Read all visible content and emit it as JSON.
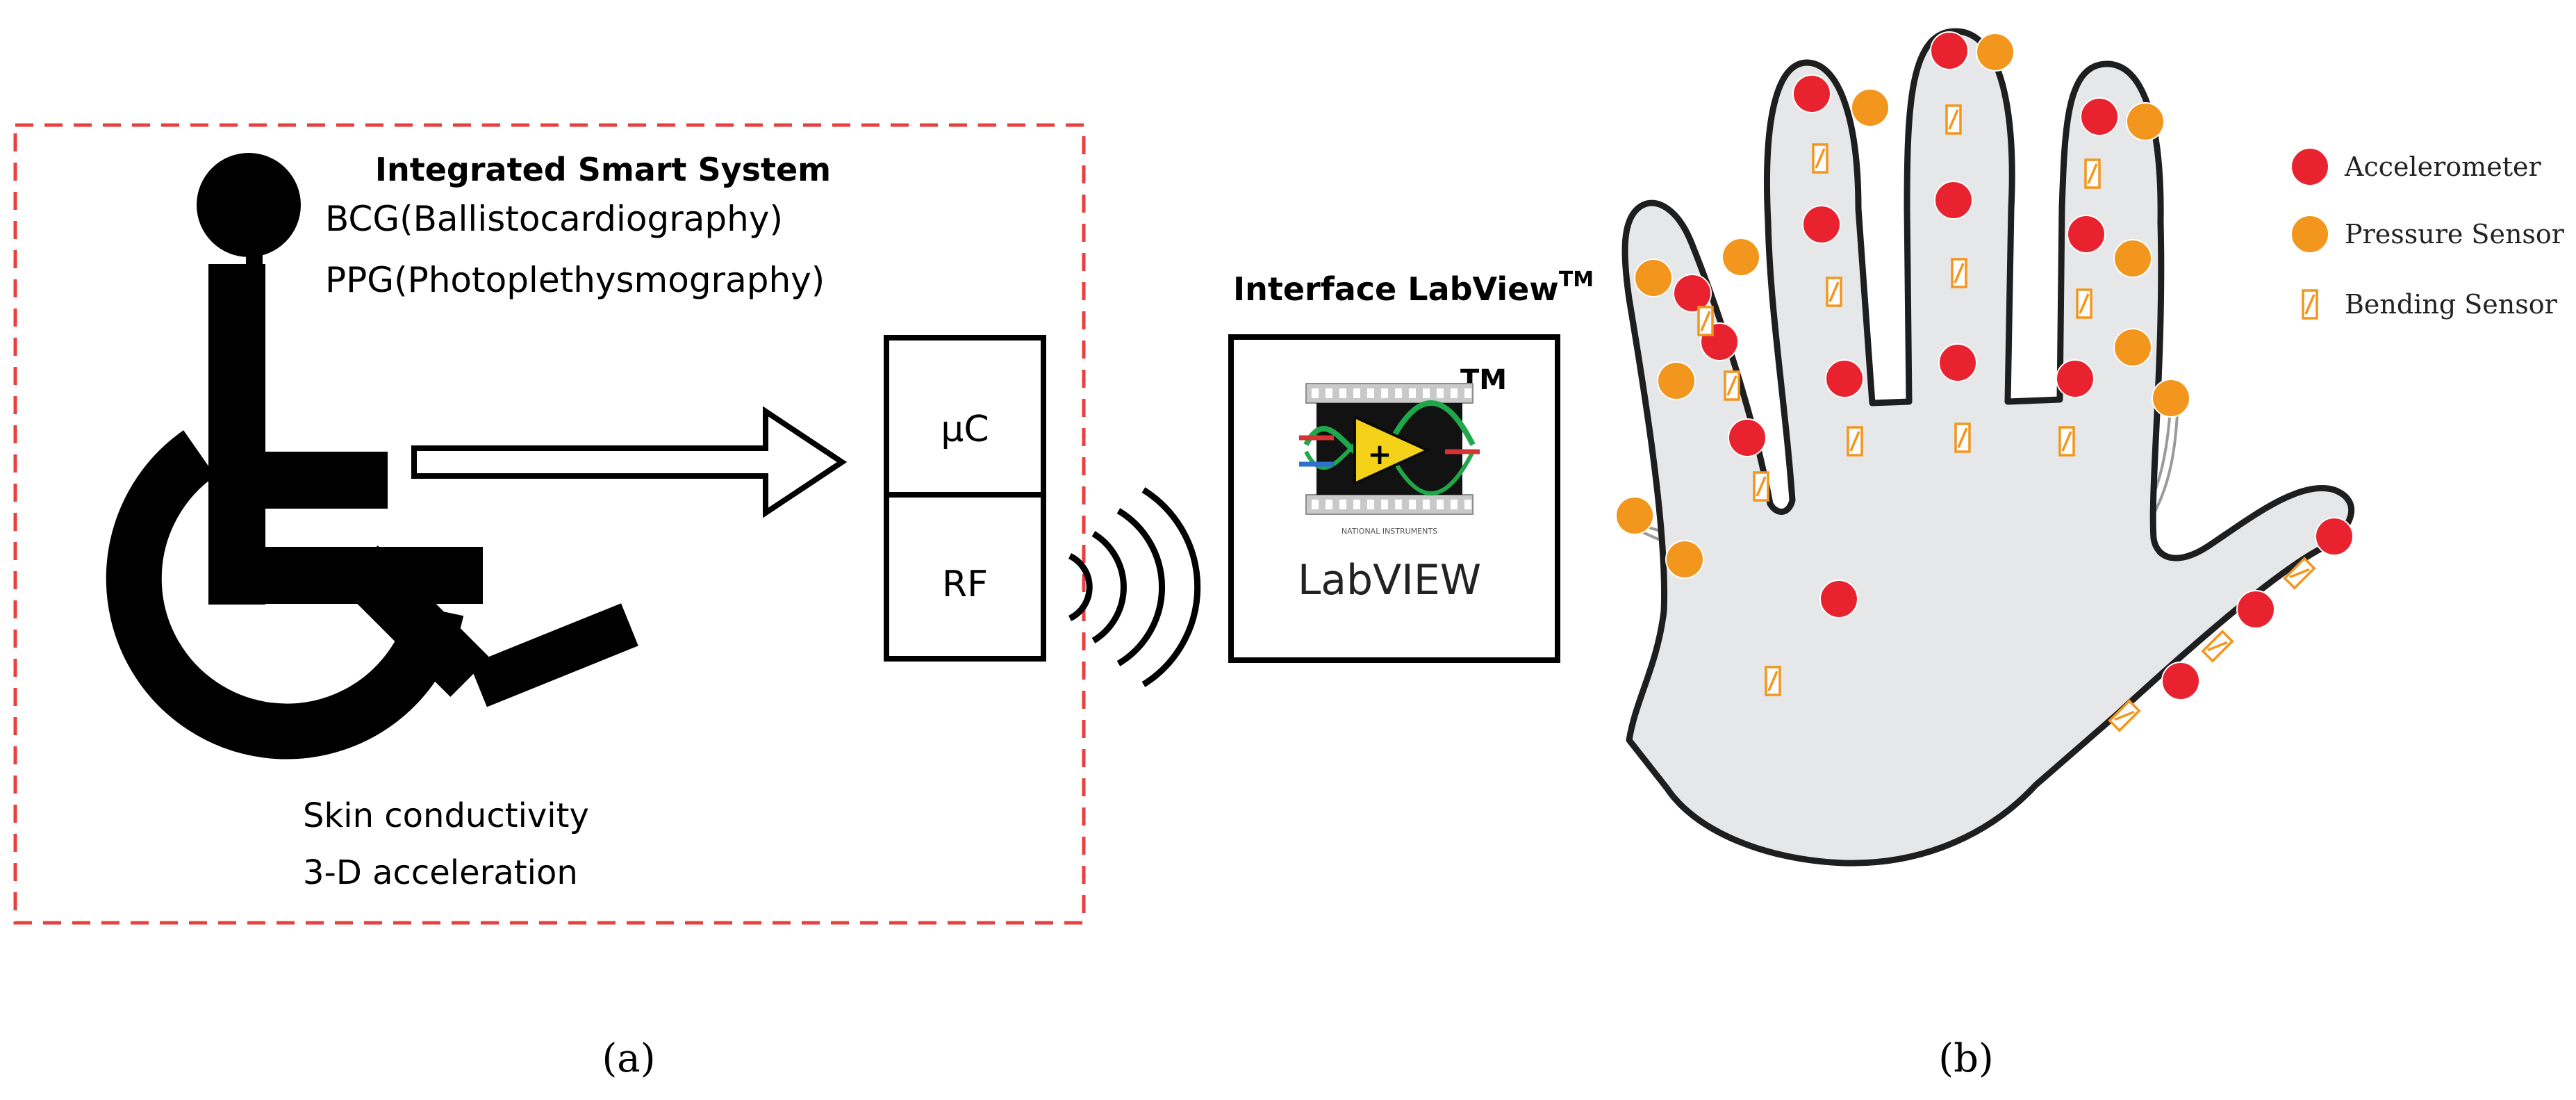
{
  "panel_a": {
    "system_title": "Integrated Smart System",
    "signals": [
      {
        "abbr": "BCG",
        "full": "(Ballistocardiography)"
      },
      {
        "abbr": "PPG",
        "full": "(Photoplethysmography)"
      }
    ],
    "extra_signals": [
      "Skin conductivity",
      "3-D acceleration"
    ],
    "module_top": "μC",
    "module_bottom": "RF",
    "interface_title": "Interface LabView",
    "interface_tm": "TM",
    "logo": {
      "tm": "TM",
      "small_text": "NATIONAL INSTRUMENTS",
      "name": "LabVIEW"
    },
    "caption": "(a)",
    "colors": {
      "dashed_border": "#e84040",
      "stroke": "#000000"
    }
  },
  "panel_b": {
    "legend": [
      {
        "label": "Accelerometer",
        "marker": "red-dot",
        "color": "#e8232f"
      },
      {
        "label": "Pressure Sensor",
        "marker": "orange-dot",
        "color": "#f2961e"
      },
      {
        "label": "Bending Sensor",
        "marker": "bending-rect",
        "color": "#f2961e"
      }
    ],
    "caption": "(b)",
    "colors": {
      "hand_fill": "#e6e7e9",
      "hand_outline": "#1e1e1e"
    }
  }
}
